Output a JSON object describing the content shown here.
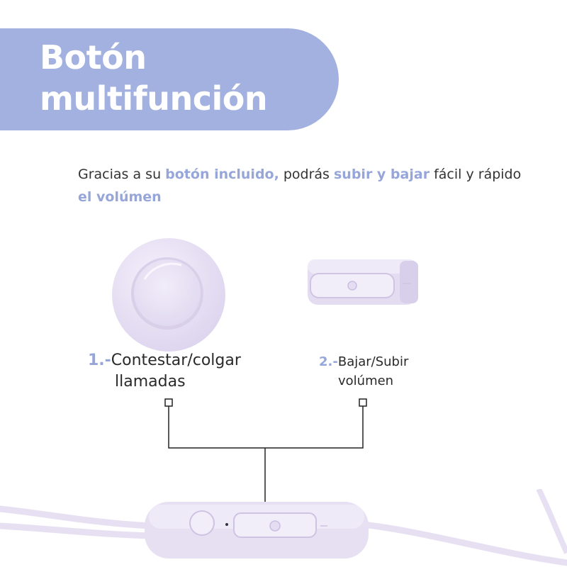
{
  "title": {
    "line1": "Botón",
    "line2": "multifunción"
  },
  "intro": {
    "t1": "Gracias a su ",
    "h1": "botón incluido,",
    "t2": " podrás ",
    "h2": "subir y bajar",
    "t3": " fácil y rápido ",
    "h3": "el volúmen"
  },
  "features": [
    {
      "number": "1.-",
      "line1": "Contestar/colgar",
      "line2": "llamadas"
    },
    {
      "number": "2.-",
      "line1": "Bajar/Subir",
      "line2": "volúmen"
    }
  ],
  "colors": {
    "accent": "#97a6d9",
    "banner": "#a3b1e0",
    "product": "#ece6f6",
    "text": "#333333"
  }
}
